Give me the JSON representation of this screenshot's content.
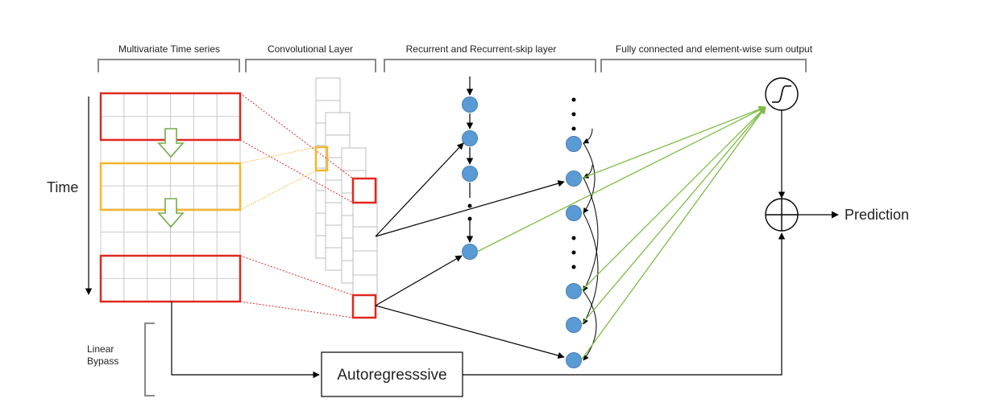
{
  "sections": {
    "multivariate": "Multivariate Time series",
    "convolutional": "Convolutional Layer",
    "recurrent": "Recurrent and Recurrent-skip layer",
    "fully_connected": "Fully connected and element-wise sum output"
  },
  "labels": {
    "time": "Time",
    "linear_bypass_line1": "Linear",
    "linear_bypass_line2": "Bypass",
    "autoregressive": "Autoregresssive",
    "prediction": "Prediction"
  },
  "colors": {
    "node": "#5b9bd5",
    "window_red": "#e0281e",
    "window_orange": "#f7b52c",
    "window_arrow": "#70ad47",
    "connection_green": "#7dbb45",
    "black": "#000000",
    "grid": "#c8c8c8"
  }
}
